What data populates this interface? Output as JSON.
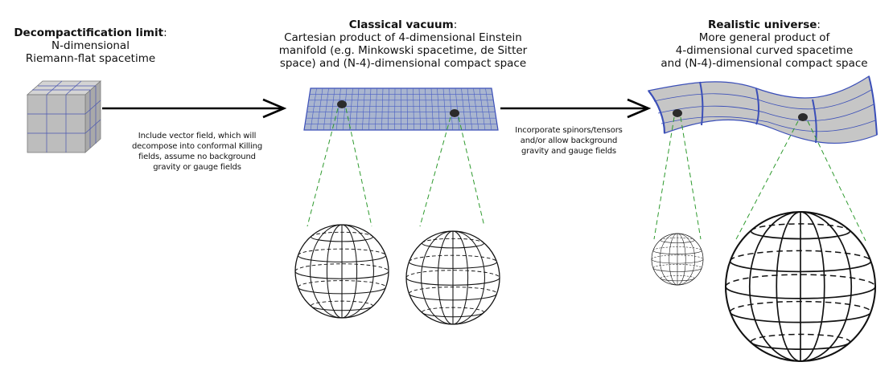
{
  "stages": [
    {
      "title": "Decompactification limit",
      "lines": [
        "N-dimensional",
        "Riemann-flat spacetime"
      ]
    },
    {
      "title": "Classical vacuum",
      "lines": [
        "Cartesian product of 4-dimensional Einstein",
        "manifold (e.g. Minkowski spacetime, de Sitter",
        "space) and (N-4)-dimensional compact space"
      ]
    },
    {
      "title": "Realistic universe",
      "lines": [
        "More general product of",
        "4-dimensional curved spacetime",
        "and (N-4)-dimensional compact space"
      ]
    }
  ],
  "transitions": [
    {
      "lines": [
        "Include vector field, which will",
        "decompose into conformal Killing",
        "fields, assume no background",
        "gravity or gauge fields"
      ]
    },
    {
      "lines": [
        "Incorporate spinors/tensors",
        "and/or allow background",
        "gravity and gauge fields"
      ]
    }
  ],
  "colors": {
    "grid_line": "#3b4fb8",
    "surface_fill": "#c8c8c8",
    "cube_fill": "#b9b9b9",
    "dashed_line": "#2e9a2e",
    "arrow": "#000000"
  },
  "icons": [
    "cube-shape",
    "flat-sheet-shape",
    "curved-sheet-shape",
    "sphere-shape"
  ]
}
